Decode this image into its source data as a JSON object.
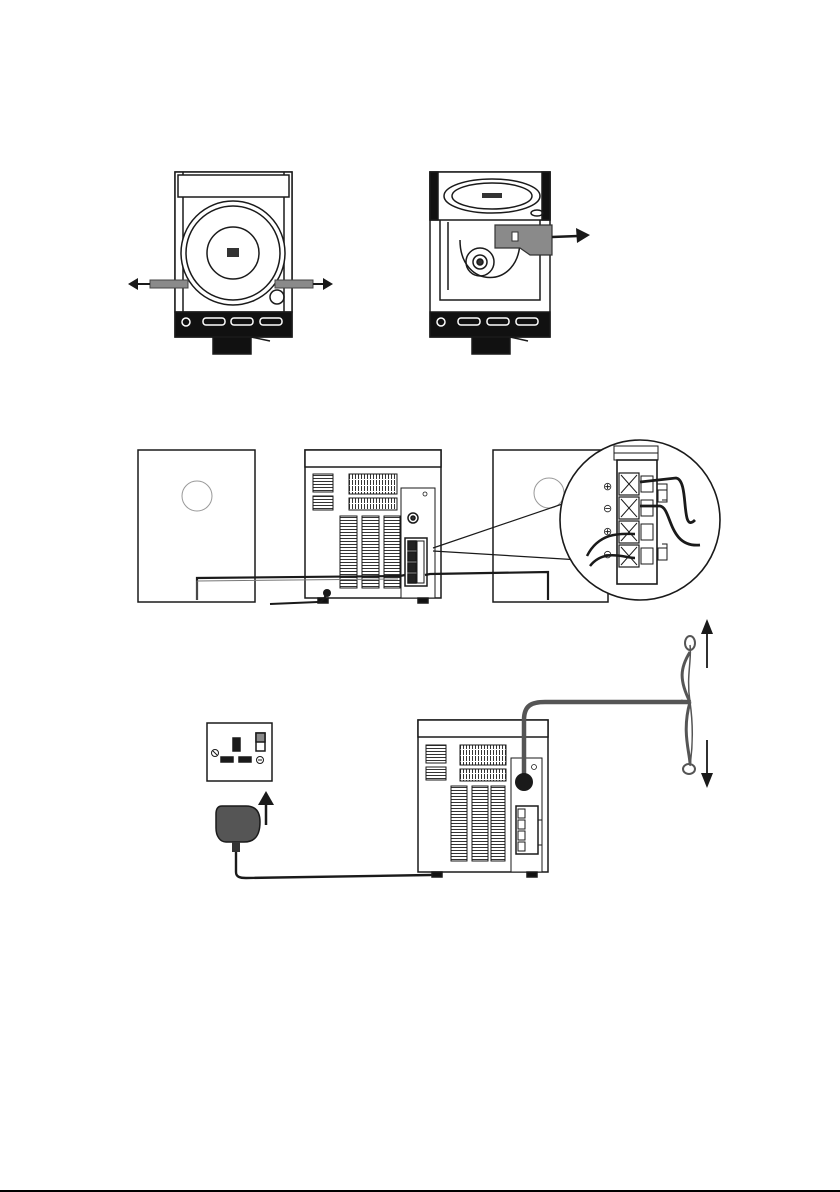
{
  "diagram": {
    "step1": {
      "left_unit": "front-view-transport-tabs",
      "right_unit": "tray-open-lock-tab"
    },
    "step2": {
      "speakers": [
        "left-speaker",
        "right-speaker"
      ],
      "terminal_symbols": [
        "⊕",
        "⊖",
        "⊕",
        "⊖"
      ]
    },
    "step3": {
      "mains": "uk-wall-socket",
      "antenna": "fm-wire-antenna"
    }
  },
  "colors": {
    "ink": "#1a1a1a",
    "gray": "#8a8a8a",
    "dark_gray": "#555555",
    "light_gray": "#dddddd"
  }
}
